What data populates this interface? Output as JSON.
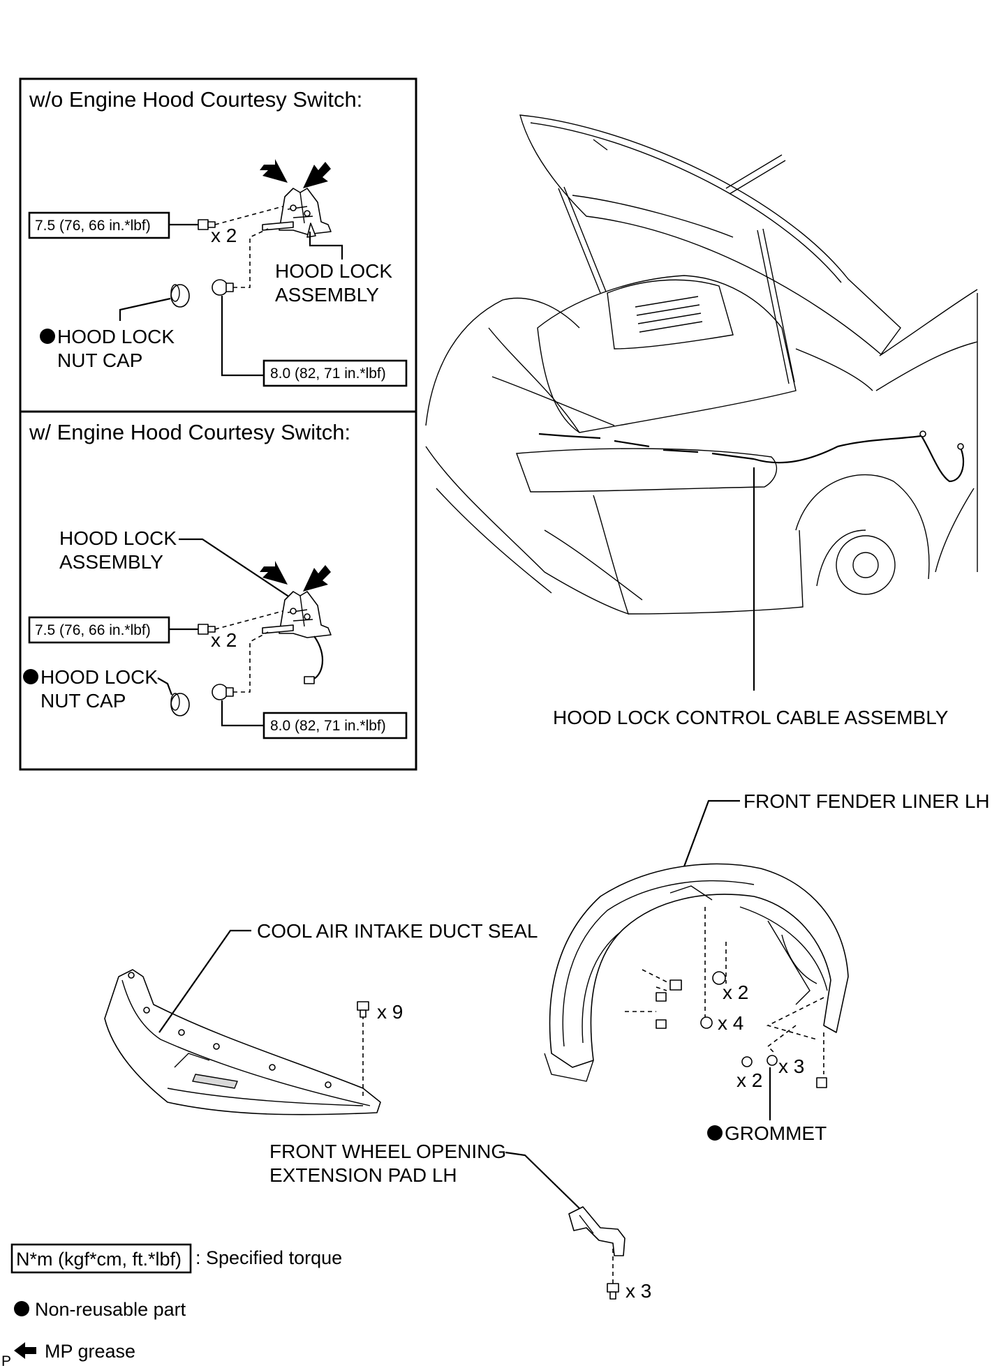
{
  "panels": {
    "without_switch": {
      "title": "w/o Engine Hood Courtesy Switch:",
      "torque_bolt": "7.5 (76, 66 in.*lbf)",
      "bolt_count": "x 2",
      "hood_lock_line1": "HOOD LOCK",
      "hood_lock_line2": "ASSEMBLY",
      "nut_cap_line1": "HOOD LOCK",
      "nut_cap_line2": "NUT CAP",
      "torque_nut": "8.0 (82, 71 in.*lbf)"
    },
    "with_switch": {
      "title": "w/ Engine Hood Courtesy Switch:",
      "hood_lock_line1": "HOOD LOCK",
      "hood_lock_line2": "ASSEMBLY",
      "torque_bolt": "7.5 (76, 66 in.*lbf)",
      "bolt_count": "x 2",
      "nut_cap_line1": "HOOD LOCK",
      "nut_cap_line2": "NUT CAP",
      "torque_nut": "8.0 (82, 71 in.*lbf)"
    }
  },
  "labels": {
    "control_cable": "HOOD LOCK CONTROL CABLE ASSEMBLY",
    "fender_liner": "FRONT FENDER LINER LH",
    "duct_seal": "COOL AIR INTAKE DUCT SEAL",
    "duct_clip_count": "x 9",
    "liner_count_a": "x 2",
    "liner_count_b": "x 4",
    "liner_count_c": "x 2",
    "liner_count_d": "x 3",
    "grommet": "GROMMET",
    "pad_line1": "FRONT WHEEL OPENING",
    "pad_line2": "EXTENSION PAD LH",
    "pad_clip_count": "x 3"
  },
  "legend": {
    "torque_box": "N*m (kgf*cm, ft.*lbf)",
    "torque_text": ": Specified torque",
    "nonreusable": "Non-reusable part",
    "grease": "MP grease",
    "corner_code": "P"
  },
  "icons": [
    "filled-circle-icon",
    "grease-arrow-icon"
  ]
}
